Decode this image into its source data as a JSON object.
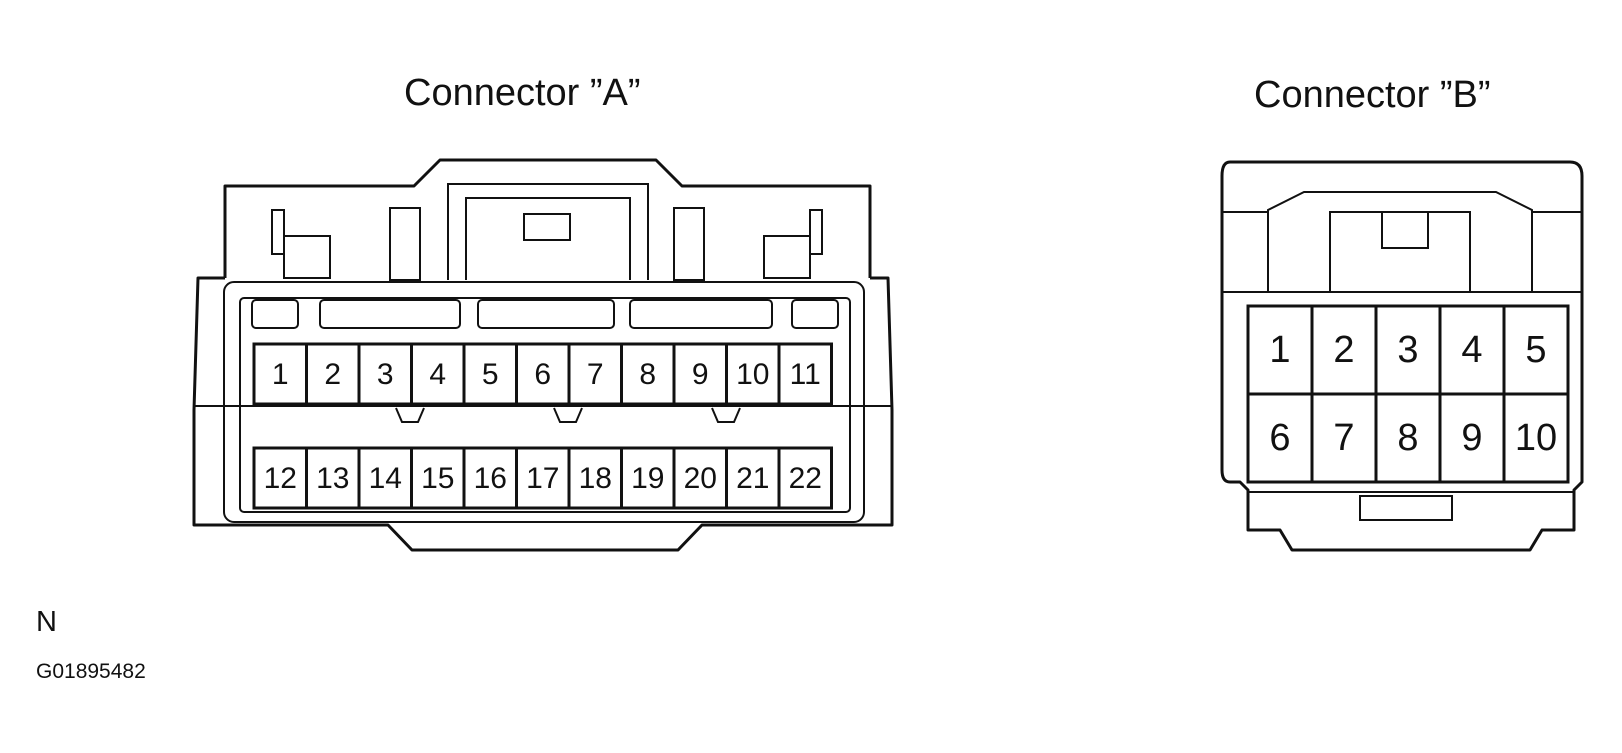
{
  "connector_a": {
    "title": "Connector ”A”",
    "pin_rows": [
      [
        "1",
        "2",
        "3",
        "4",
        "5",
        "6",
        "7",
        "8",
        "9",
        "10",
        "11"
      ],
      [
        "12",
        "13",
        "14",
        "15",
        "16",
        "17",
        "18",
        "19",
        "20",
        "21",
        "22"
      ]
    ]
  },
  "connector_b": {
    "title": "Connector ”B”",
    "pin_rows": [
      [
        "1",
        "2",
        "3",
        "4",
        "5"
      ],
      [
        "6",
        "7",
        "8",
        "9",
        "10"
      ]
    ]
  },
  "corner_letter": "N",
  "figure_code": "G01895482"
}
